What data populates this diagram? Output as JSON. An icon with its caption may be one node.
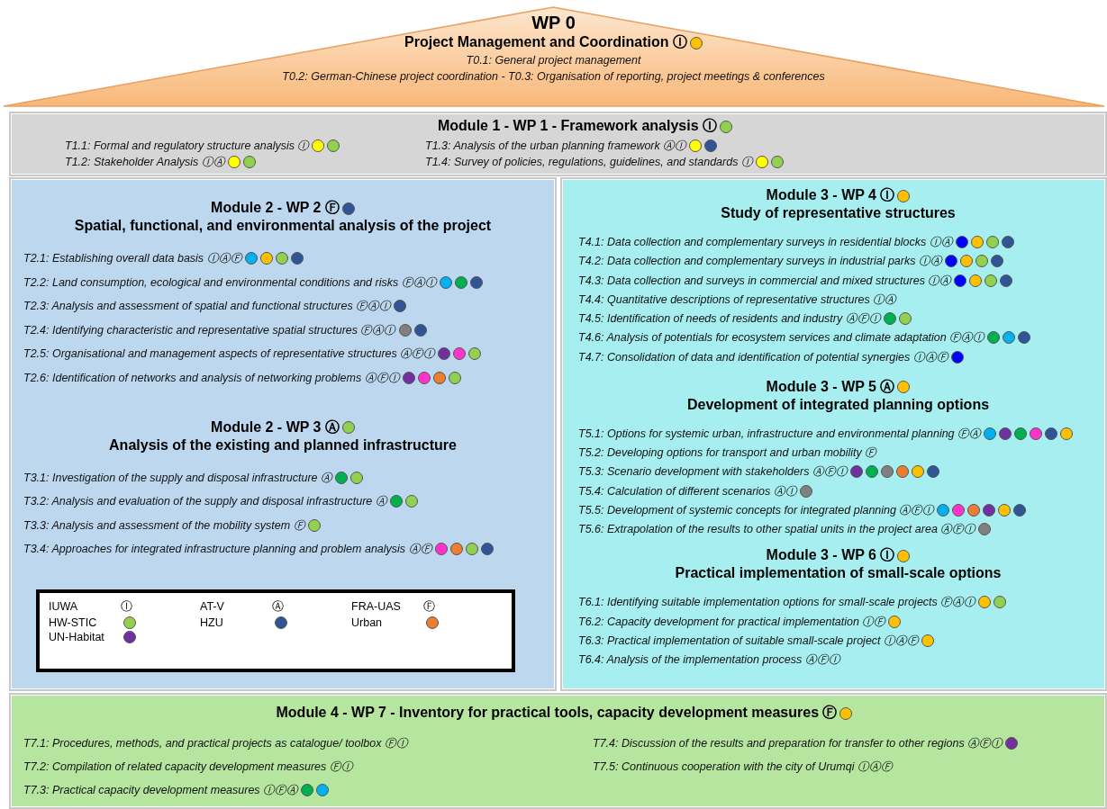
{
  "diagram": {
    "nodes": [
      {
        "text": [
          "WP 0",
          "Project Management and Coordination Ⓘ",
          "T0.1: General project management",
          "T0.2: German-Chinese project coordination - T0.3: Organisation of reporting, project meetings & conferences"
        ]
      },
      {
        "text": [
          "Module 1 - WP 1 - Framework analysis Ⓘ",
          "T1.1: Formal and regulatory structure analysis Ⓘ",
          "T1.2: Stakeholder Analysis ⒾⒶ",
          "T1.3: Analysis of the urban planning framework ⒶⒾ",
          "T1.4: Survey of policies, regulations, guidelines, and standards Ⓘ"
        ]
      },
      {
        "text": [
          "Module 2 - WP 2 Ⓕ",
          "Spatial, functional, and environmental analysis of the project",
          "T2.1: Establishing overall data basis ⒾⒶⒻ",
          "T2.2: Land consumption, ecological and environmental conditions and risks ⒻⒶⒾ",
          "T2.3: Analysis and assessment of spatial and functional structures ⒻⒶⒾ",
          "T2.4: Identifying characteristic and representative spatial structures ⒻⒶⒾ",
          "T2.5: Organisational and management aspects of representative structures ⒶⒻⒾ",
          "T2.6: Identification of networks and analysis of networking problems ⒶⒻⒾ",
          "Module 2 - WP 3 Ⓐ",
          "Analysis of the existing and planned infrastructure",
          "T3.1: Investigation of the supply and disposal infrastructure Ⓐ",
          "T3.2: Analysis and evaluation of the supply and disposal infrastructure Ⓐ",
          "T3.3: Analysis and assessment of the mobility system Ⓕ",
          "T3.4: Approaches for integrated infrastructure planning and problem analysis ⒶⒻ"
        ]
      },
      {
        "text": [
          "Module 3 - WP 4 Ⓘ",
          "Study of representative structures",
          "T4.1: Data collection and complementary surveys in residential blocks ⒾⒶ",
          "T4.2: Data collection and complementary surveys in industrial parks ⒾⒶ",
          "T4.3: Data collection and surveys in commercial and mixed structures ⒾⒶ",
          "T4.4: Quantitative descriptions of representative structures ⒾⒶ",
          "T4.5: Identification of needs of residents and industry ⒶⒻⒾ",
          "T4.6: Analysis of potentials for ecosystem services and climate adaptation ⒻⒶⒾ",
          "T4.7: Consolidation of data and identification of potential synergies ⒾⒶⒻ",
          "Module 3 - WP 5 Ⓐ",
          "Development of integrated planning options",
          "T5.1: Options for systemic urban, infrastructure and environmental planning ⒻⒶ",
          "T5.2: Developing options for transport and urban mobility Ⓕ",
          "T5.3: Scenario development with stakeholders ⒶⒻⒾ",
          "T5.4: Calculation of different scenarios ⒶⒾ",
          "T5.5: Development of systemic concepts for integrated planning ⒶⒻⒾ",
          "T5.6: Extrapolation of the results to other spatial units in the project area ⒶⒻⒾ",
          "Module 3 - WP 6 Ⓘ",
          "Practical implementation of small-scale options",
          "T6.1: Identifying suitable implementation options for small-scale projects ⒻⒶⒾ",
          "T6.2: Capacity development for practical implementation ⒾⒻ",
          "T6.3: Practical implementation of suitable small-scale project ⒾⒶⒻ",
          "T6.4: Analysis of the implementation process ⒶⒻⒾ"
        ]
      },
      {
        "text": [
          "Module 4 - WP 7 - Inventory for practical tools, capacity development measures Ⓕ",
          "T7.1: Procedures, methods, and practical projects as catalogue/ toolbox ⒻⒾ",
          "T7.2: Compilation of related capacity development measures ⒻⒾ",
          "T7.3: Practical capacity development measures ⒾⒻⒶ",
          "T7.4: Discussion of the results and preparation for transfer to other regions ⒶⒻⒾ",
          "T7.5: Continuous cooperation with the city of Urumqi ⒾⒶⒻ"
        ]
      }
    ],
    "labels": [
      "Ⓘ",
      "Ⓐ",
      "Ⓕ"
    ],
    "legend": [
      {
        "text": "IUWA"
      },
      {
        "text": "AT-V"
      },
      {
        "text": "FRA-UAS"
      },
      {
        "text": "HW-STIC",
        "color": "#92d050"
      },
      {
        "text": "HZU",
        "color": "#2f5597"
      },
      {
        "text": "Urban",
        "color": "#ed7d31"
      },
      {
        "text": "UN-Habitat",
        "color": "#7030a0"
      }
    ]
  }
}
